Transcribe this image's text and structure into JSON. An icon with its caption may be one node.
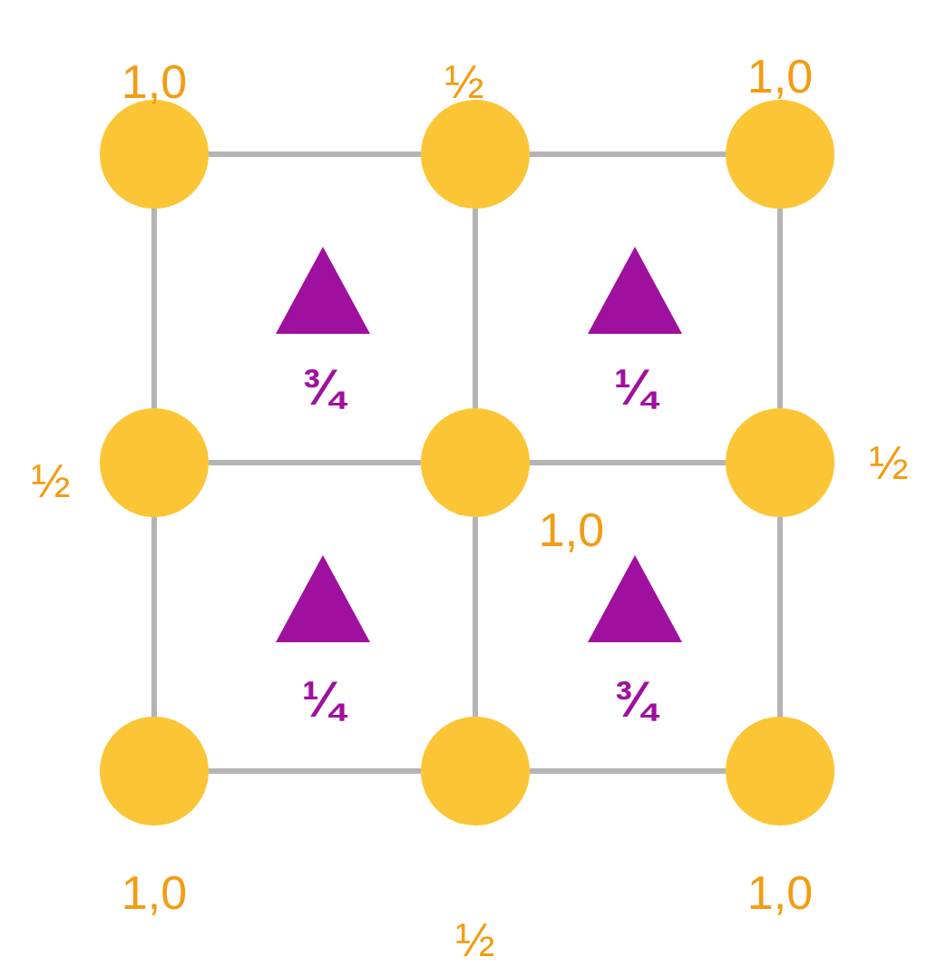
{
  "diagram": {
    "nodes": [
      {
        "text": [],
        "shape": "circle",
        "beside": [
          "1,0"
        ]
      },
      {
        "text": [],
        "shape": "circle",
        "beside": [
          "½"
        ]
      },
      {
        "text": [],
        "shape": "circle",
        "beside": [
          "1,0"
        ]
      },
      {
        "text": [],
        "shape": "circle",
        "beside": [
          "½"
        ]
      },
      {
        "text": [],
        "shape": "circle",
        "beside": [
          "1,0"
        ]
      },
      {
        "text": [],
        "shape": "circle",
        "beside": [
          "½"
        ]
      },
      {
        "text": [],
        "shape": "circle",
        "beside": [
          "1,0"
        ]
      },
      {
        "text": [],
        "shape": "circle",
        "beside": [
          "½"
        ]
      },
      {
        "text": [],
        "shape": "circle",
        "beside": [
          "1,0"
        ]
      },
      {
        "text": [],
        "shape": "triangle",
        "beside": [
          "¾"
        ]
      },
      {
        "text": [],
        "shape": "triangle",
        "beside": [
          "¼"
        ]
      },
      {
        "text": [],
        "shape": "triangle",
        "beside": [
          "¼"
        ]
      },
      {
        "text": [],
        "shape": "triangle",
        "beside": [
          "¾"
        ]
      }
    ],
    "edges": [
      {
        "from": 0,
        "to": 1,
        "arrow": "none"
      },
      {
        "from": 1,
        "to": 2,
        "arrow": "none"
      },
      {
        "from": 3,
        "to": 4,
        "arrow": "none"
      },
      {
        "from": 4,
        "to": 5,
        "arrow": "none"
      },
      {
        "from": 6,
        "to": 7,
        "arrow": "none"
      },
      {
        "from": 7,
        "to": 8,
        "arrow": "none"
      },
      {
        "from": 0,
        "to": 3,
        "arrow": "none"
      },
      {
        "from": 3,
        "to": 6,
        "arrow": "none"
      },
      {
        "from": 1,
        "to": 4,
        "arrow": "none"
      },
      {
        "from": 4,
        "to": 7,
        "arrow": "none"
      },
      {
        "from": 2,
        "to": 5,
        "arrow": "none"
      },
      {
        "from": 5,
        "to": 8,
        "arrow": "none"
      }
    ]
  }
}
